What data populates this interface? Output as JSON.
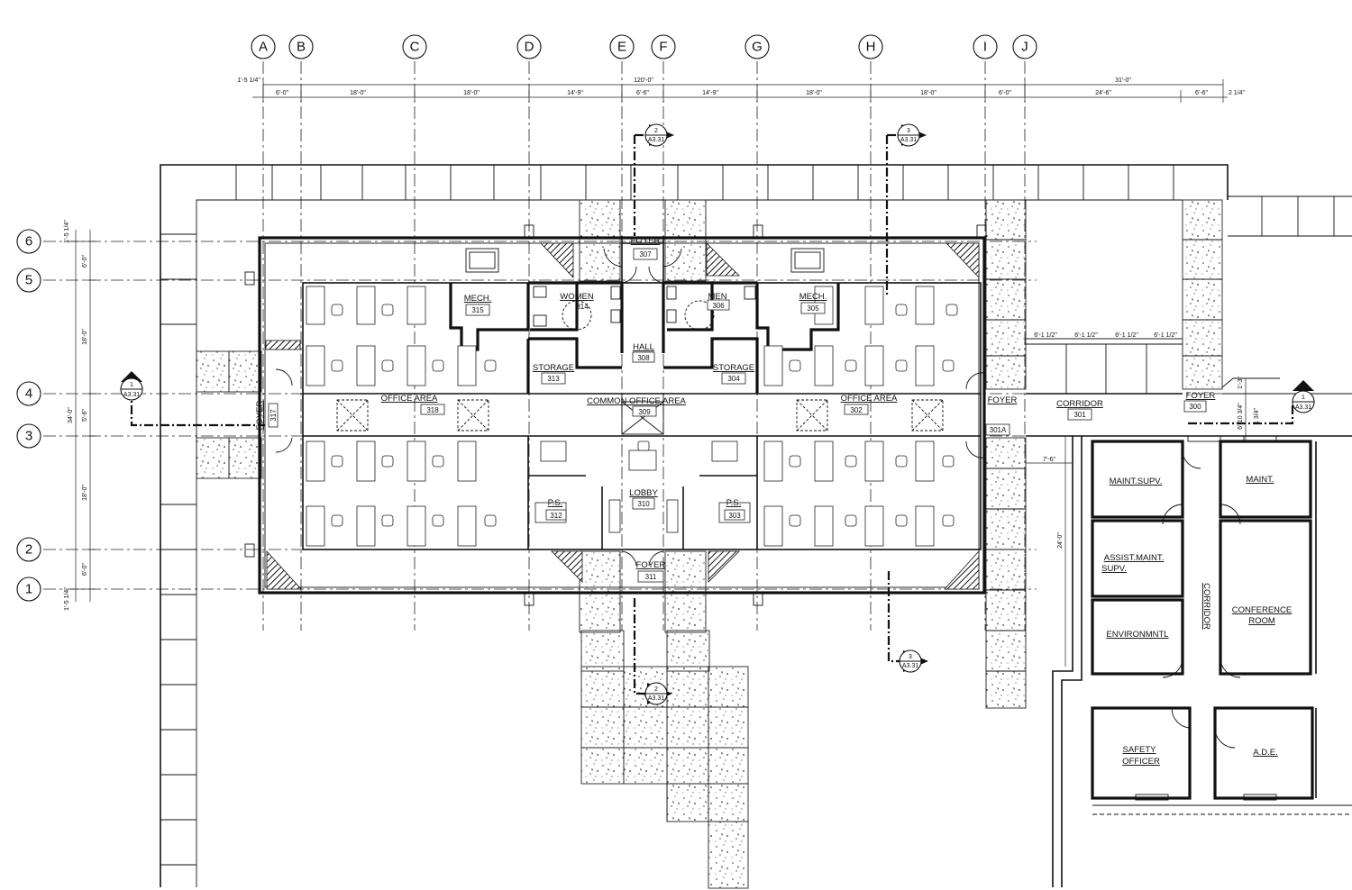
{
  "grid_columns": [
    "A",
    "B",
    "C",
    "D",
    "E",
    "F",
    "G",
    "H",
    "I",
    "J"
  ],
  "grid_rows": [
    "6",
    "5",
    "4",
    "3",
    "2",
    "1"
  ],
  "top_dimensions": {
    "left_offset": "1'-5 1/4\"",
    "overall": "120'-0\"",
    "right_overall": "31'-0\"",
    "bays": [
      "6'-0\"",
      "18'-0\"",
      "18'-0\"",
      "14'-9\"",
      "6'-6\"",
      "14'-9\"",
      "18'-0\"",
      "18'-0\"",
      "6'-0\"",
      "24'-6\"",
      "6'-6\""
    ],
    "right_offset": "2 1/4\""
  },
  "side_dimensions": {
    "top_offset": "1'-5 1/4\"",
    "bottom_offset": "1'-5 1/4\"",
    "overall": "34'-0\"",
    "bays": [
      "6'-0\"",
      "18'-0\"",
      "5'-6\"",
      "18'-0\"",
      "6'-0\""
    ]
  },
  "corridor_dims": {
    "segments": [
      "6'-1 1/2\"",
      "6'-1 1/2\"",
      "6'-1 1/2\"",
      "6'-1 1/2\""
    ],
    "side_a": "1'-3\"",
    "side_b": "6'-10 3/4\"",
    "side_c": "1 3/4\"",
    "corridor_width": "7'-6\"",
    "corridor_length": "24'-0\""
  },
  "section_markers": [
    {
      "number": "2",
      "sheet": "A3.31"
    },
    {
      "number": "3",
      "sheet": "A3.31"
    },
    {
      "number": "1",
      "sheet": "A3.31"
    },
    {
      "number": "1",
      "sheet": "A3.31"
    },
    {
      "number": "3",
      "sheet": "A3.31"
    },
    {
      "number": "2",
      "sheet": "A3.31"
    }
  ],
  "rooms": {
    "foyer_307": {
      "name": "FOYER",
      "number": "307"
    },
    "mech_315": {
      "name": "MECH.",
      "number": "315"
    },
    "women_314": {
      "name": "WOMEN",
      "number": "314"
    },
    "men_306": {
      "name": "MEN",
      "number": "306"
    },
    "mech_305": {
      "name": "MECH.",
      "number": "305"
    },
    "hall_308": {
      "name": "HALL",
      "number": "308"
    },
    "storage_313": {
      "name": "STORAGE",
      "number": "313"
    },
    "storage_304": {
      "name": "STORAGE",
      "number": "304"
    },
    "office_318": {
      "name": "OFFICE AREA",
      "number": "318"
    },
    "common_309": {
      "name": "COMMON OFFICE AREA",
      "number": "309"
    },
    "office_302": {
      "name": "OFFICE AREA",
      "number": "302"
    },
    "foyer_317": {
      "name": "FOYER",
      "number": "317"
    },
    "foyer_301a": {
      "name": "FOYER",
      "number": "301A"
    },
    "corridor_301": {
      "name": "CORRIDOR",
      "number": "301"
    },
    "foyer_300": {
      "name": "FOYER",
      "number": "300"
    },
    "lobby_310": {
      "name": "LOBBY",
      "number": "310"
    },
    "ps_312": {
      "name": "P.S.",
      "number": "312"
    },
    "ps_303": {
      "name": "P.S.",
      "number": "303"
    },
    "foyer_311": {
      "name": "FOYER",
      "number": "311"
    },
    "maint_supv": {
      "name": "MAINT.SUPV."
    },
    "maint": {
      "name": "MAINT."
    },
    "assist_maint": {
      "name_line1": "ASSIST.MAINT.",
      "name_line2": "SUPV."
    },
    "environ": {
      "name": "ENVIRONMNTL"
    },
    "corridor_vert": {
      "name": "CORRIDOR"
    },
    "conference": {
      "name_line1": "CONFERENCE",
      "name_line2": "ROOM"
    },
    "safety": {
      "name_line1": "SAFETY",
      "name_line2": "OFFICER"
    },
    "ade": {
      "name": "A.D.E."
    }
  }
}
